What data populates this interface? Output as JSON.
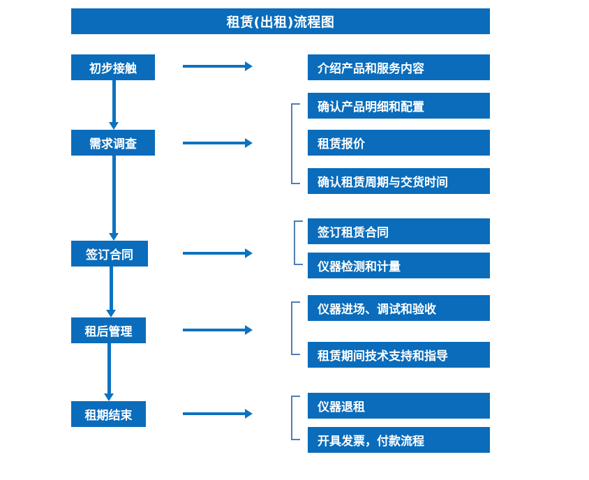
{
  "diagram": {
    "title": "租赁(出租)流程图",
    "colors": {
      "box_fill": "#0a6cbb",
      "box_text": "#ffffff",
      "arrow": "#0d72c0",
      "bracket": "#4b7fb5",
      "background": "#ffffff"
    },
    "stages": [
      {
        "id": "stage-1",
        "label": "初步接触",
        "details": [
          "介绍产品和服务内容"
        ],
        "bracketed": false
      },
      {
        "id": "stage-2",
        "label": "需求调查",
        "details": [
          "确认产品明细和配置",
          "租赁报价",
          "确认租赁周期与交货时间"
        ],
        "bracketed": true
      },
      {
        "id": "stage-3",
        "label": "签订合同",
        "details": [
          "签订租赁合同",
          "仪器检测和计量"
        ],
        "bracketed": true
      },
      {
        "id": "stage-4",
        "label": "租后管理",
        "details": [
          "仪器进场、调试和验收",
          "租赁期间技术支持和指导"
        ],
        "bracketed": true
      },
      {
        "id": "stage-5",
        "label": "租期结束",
        "details": [
          "仪器退租",
          "开具发票，付款流程"
        ],
        "bracketed": true
      }
    ],
    "detail_boxes": [
      "介绍产品和服务内容",
      "确认产品明细和配置",
      "租赁报价",
      "确认租赁周期与交货时间",
      "签订租赁合同",
      "仪器检测和计量",
      "仪器进场、调试和验收",
      "租赁期间技术支持和指导",
      "仪器退租",
      "开具发票，付款流程"
    ],
    "stage_labels": [
      "初步接触",
      "需求调查",
      "签订合同",
      "租后管理",
      "租期结束"
    ],
    "flow_connectors": {
      "vertical_arrow_count": 4,
      "horizontal_arrow_count": 5,
      "bracket_count": 4
    }
  }
}
